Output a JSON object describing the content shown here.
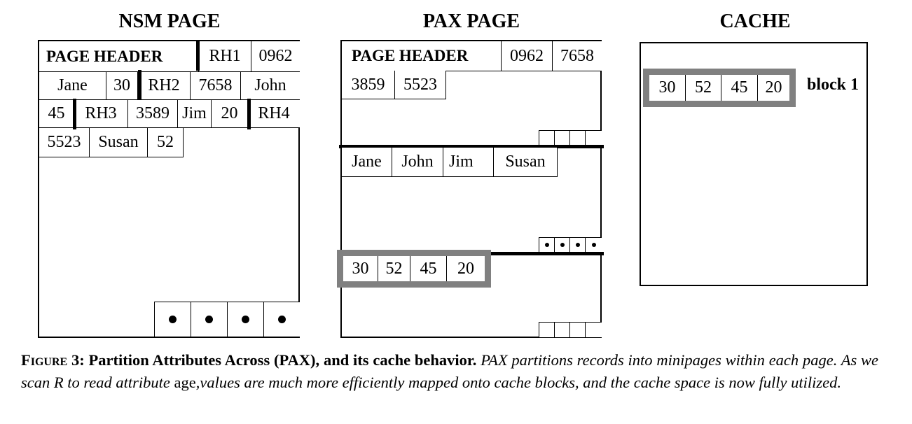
{
  "titles": {
    "nsm": "NSM PAGE",
    "pax": "PAX PAGE",
    "cache": "CACHE"
  },
  "nsm": {
    "header": "PAGE HEADER",
    "row1": [
      "RH1",
      "0962"
    ],
    "row2": [
      "Jane",
      "30",
      "RH2",
      "7658",
      "John"
    ],
    "row3": [
      "45",
      "RH3",
      "3589",
      "Jim",
      "20",
      "RH4"
    ],
    "row4": [
      "5523",
      "Susan",
      "52"
    ]
  },
  "pax": {
    "header": "PAGE HEADER",
    "header_values": [
      "0962",
      "7658"
    ],
    "minipage1": [
      "3859",
      "5523"
    ],
    "minipage2": [
      "Jane",
      "John",
      "Jim",
      "Susan"
    ],
    "minipage3": [
      "30",
      "52",
      "45",
      "20"
    ]
  },
  "cache": {
    "block_values": [
      "30",
      "52",
      "45",
      "20"
    ],
    "block_label": "block 1"
  },
  "caption": {
    "figure_label": "Figure 3:",
    "title": "Partition Attributes Across (PAX), and its cache behavior.",
    "text_part1": "PAX partitions records into minipages within each page. As we scan R to read attribute",
    "code": "age",
    "text_part2": ",values are much more efficiently mapped onto cache blocks, and the cache space is now fully utilized."
  }
}
